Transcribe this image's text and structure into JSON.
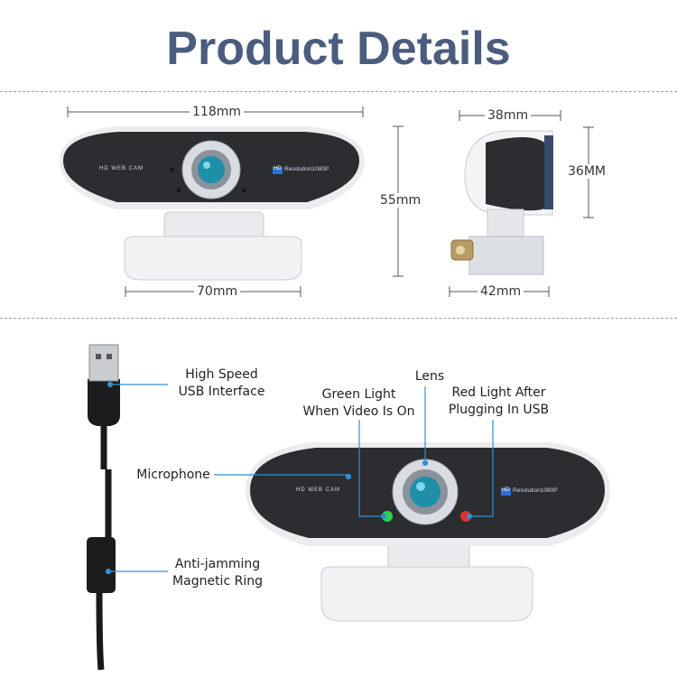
{
  "title": "Product Details",
  "dimensions": {
    "front_width": "118mm",
    "base_width": "70mm",
    "height": "55mm",
    "side_depth": "38mm",
    "side_height": "36MM",
    "side_base": "42mm"
  },
  "camera_print": {
    "model": "HD WEB CAM",
    "hd_badge": "HD",
    "resolution": "Resolution1080P"
  },
  "callouts": {
    "usb": "High Speed\nUSB Interface",
    "lens": "Lens",
    "green_light": "Green Light\nWhen Video Is On",
    "red_light": "Red Light After\nPlugging In USB",
    "microphone": "Microphone",
    "magnetic_ring": "Anti-jamming\nMagnetic Ring"
  },
  "colors": {
    "title": "#4b5d7e",
    "callout_line": "#2f8fd8",
    "camera_body": "#2b2d31",
    "lens_blue": "#1e8fa8",
    "green_led": "#2bd44a",
    "red_led": "#e0302a"
  }
}
